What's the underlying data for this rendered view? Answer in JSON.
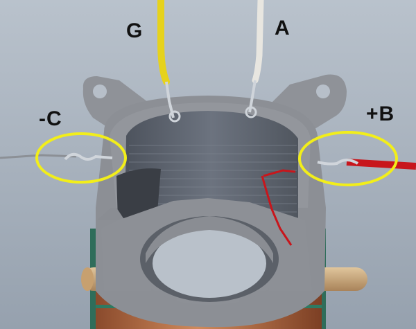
{
  "labels": {
    "g": "G",
    "a": "A",
    "neg_c": "-C",
    "pos_b": "+B"
  },
  "colors": {
    "background": "#a9b3bf",
    "housing": "#8e9198",
    "housing_highlight": "#a4a7ad",
    "stack": "#5d6470",
    "wire_yellow": "#e6d21c",
    "wire_white": "#e8e6e0",
    "wire_red": "#c8161c",
    "highlight_ring": "#f2ee1a",
    "copper": "#b8704a",
    "dowel": "#c9a77a"
  },
  "icons": [
    "yellow-highlight-circle",
    "yellow-highlight-circle"
  ]
}
